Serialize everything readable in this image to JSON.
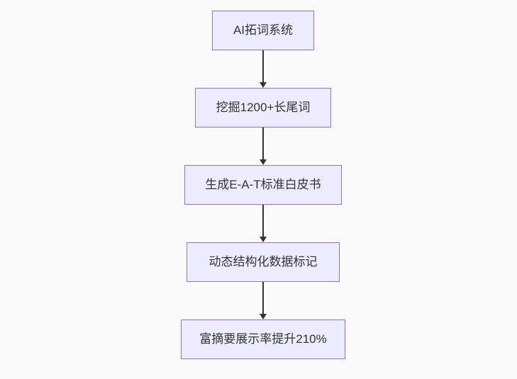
{
  "diagram": {
    "type": "flowchart",
    "direction": "top-down",
    "nodes": [
      {
        "id": "1",
        "label": "AI拓词系统"
      },
      {
        "id": "2",
        "label": "挖掘1200+长尾词"
      },
      {
        "id": "3",
        "label": "生成E-A-T标准白皮书"
      },
      {
        "id": "4",
        "label": "动态结构化数据标记"
      },
      {
        "id": "5",
        "label": "富摘要展示率提升210%"
      }
    ],
    "edges": [
      {
        "from": "1",
        "to": "2"
      },
      {
        "from": "2",
        "to": "3"
      },
      {
        "from": "3",
        "to": "4"
      },
      {
        "from": "4",
        "to": "5"
      }
    ],
    "colors": {
      "background": "#fafafa",
      "node_fill": "#ececff",
      "node_border": "#9370db",
      "text": "#333333",
      "arrow": "#333333"
    }
  }
}
